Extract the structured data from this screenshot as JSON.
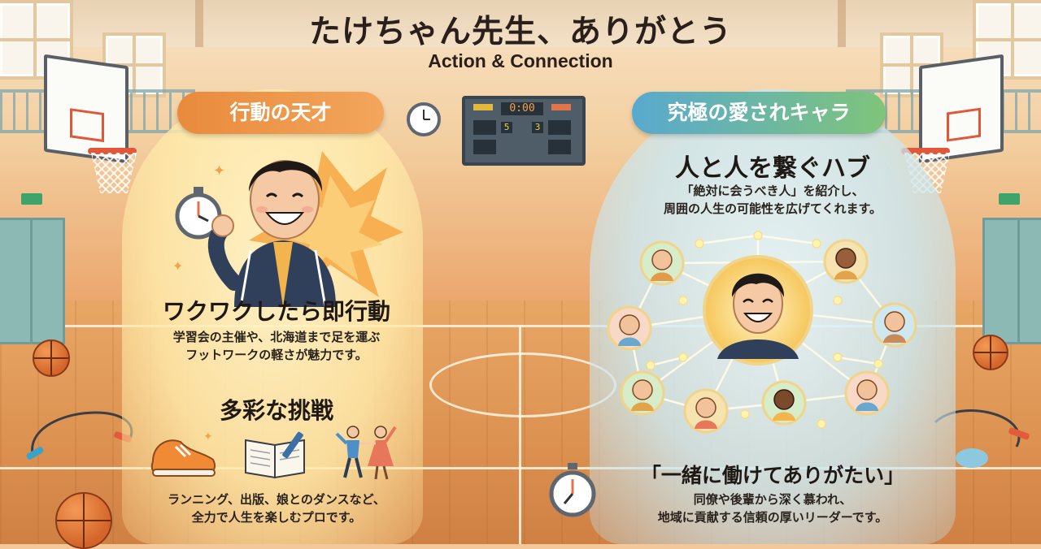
{
  "header": {
    "title": "たけちゃん先生、ありがとう",
    "subtitle": "Action & Connection"
  },
  "left": {
    "badge": "行動の天才",
    "heading": "ワクワクしたら即行動",
    "body_line1": "学習会の主催や、北海道まで足を運ぶ",
    "body_line2": "フットワークの軽さが魅力です。",
    "heading2": "多彩な挑戦",
    "body2_line1": "ランニング、出版、娘とのダンスなど、",
    "body2_line2": "全力で人生を楽しむプロです。",
    "icons": [
      "running-shoe-icon",
      "book-pen-icon",
      "dancing-couple-icon"
    ]
  },
  "right": {
    "badge": "究極の愛されキャラ",
    "heading": "人と人を繋ぐハブ",
    "body_line1": "「絶対に会うべき人」を紹介し、",
    "body_line2": "周囲の人生の可能性を広げてくれます。",
    "quote": "「一緒に働けてありがたい」",
    "quote_line1": "同僚や後輩から深く慕われ、",
    "quote_line2": "地域に貢献する信頼の厚いリーダーです。"
  },
  "scoreboard": {
    "time": "0:00",
    "left_score": "5",
    "right_score": "3"
  },
  "colors": {
    "left_accent": "#e98a3c",
    "right_accent_start": "#58a9cf",
    "right_accent_end": "#7fc47a",
    "floor": "#dd9352"
  }
}
